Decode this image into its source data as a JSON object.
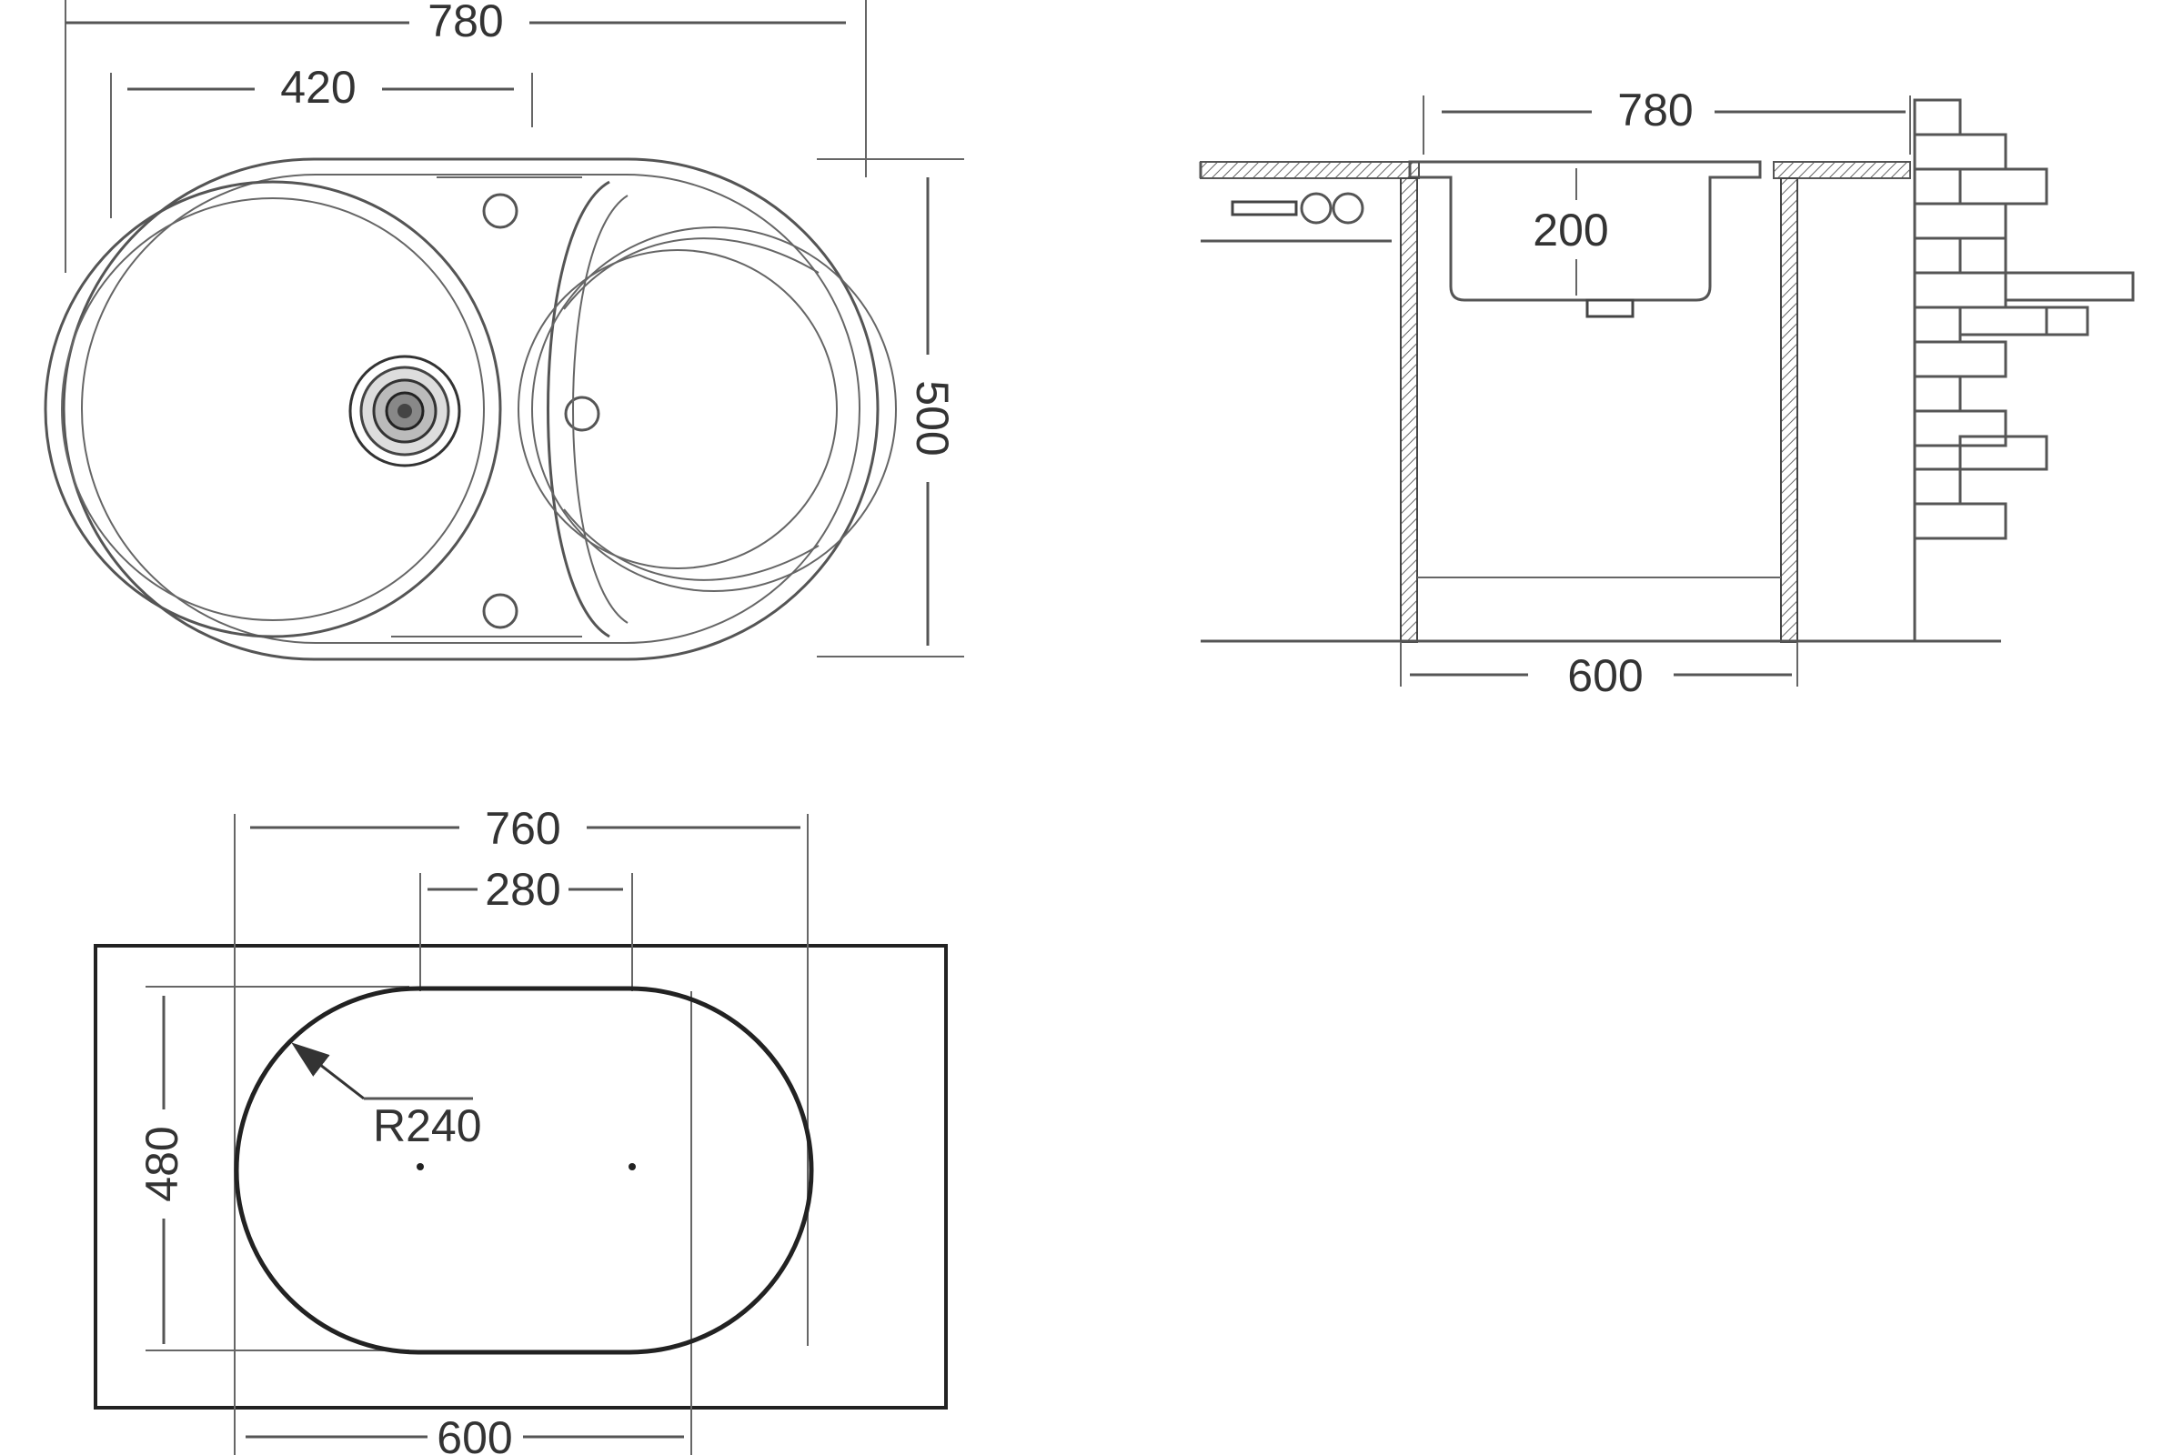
{
  "top_view": {
    "width_label": "780",
    "bowl_offset_label": "420",
    "depth_label": "500"
  },
  "side_view": {
    "width_label": "780",
    "bowl_depth_label": "200",
    "cabinet_label": "600"
  },
  "cutout_view": {
    "width_label": "760",
    "straight_label": "280",
    "height_label": "480",
    "radius_label": "R240",
    "cabinet_label": "600"
  }
}
